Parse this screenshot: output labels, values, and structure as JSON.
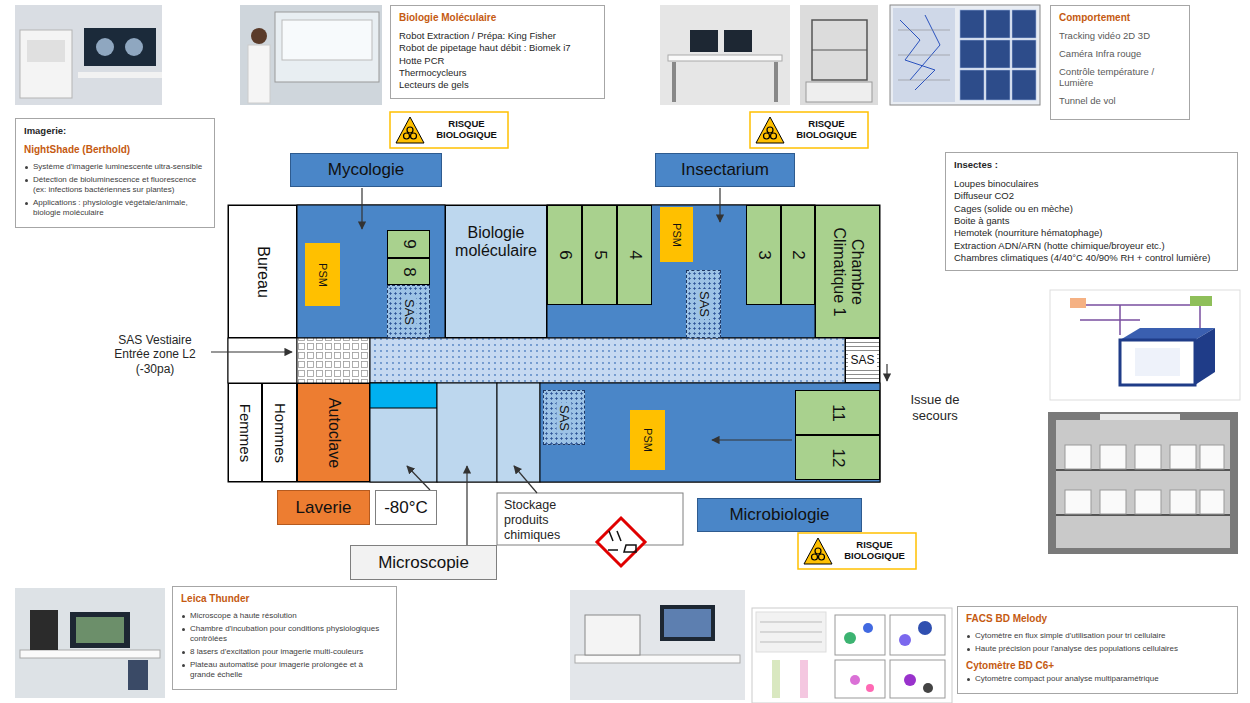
{
  "diagram": {
    "nodes": [
      {
        "text": [
          "Biologie Moléculaire",
          "Robot Extraction / Prépa: King Fisher",
          "Robot de pipetage haut débit : Biomek i7",
          "Hotte PCR",
          "Thermocycleurs",
          "Lecteurs de gels"
        ]
      },
      {
        "text": [
          "Comportement",
          "Tracking vidéo 2D 3D",
          "Caméra Infra rouge",
          "Contrôle température / Lumière",
          "Tunnel de vol"
        ]
      },
      {
        "text": [
          "Imagerie:",
          "NightShade (Berthold)",
          "Système d'imagerie luminescente ultra-sensible",
          "Détection de bioluminescence et fluorescence (ex: infections bactériennes sur plantes)",
          "Applications : physiologie végétale/animale, biologie moléculaire"
        ]
      },
      {
        "text": [
          "RISQUE BIOLOGIQUE"
        ]
      },
      {
        "text": [
          "RISQUE BIOLOGIQUE"
        ]
      },
      {
        "text": [
          "Insectes :",
          "Loupes binoculaires",
          "Diffuseur CO2",
          "Cages (solide ou en mèche)",
          "Boite à gants",
          "Hemotek (nourriture hématophage)",
          "Extraction ADN/ARN (hotte chimique/broyeur etc.)",
          "Chambres climatiques (4/40°C 40/90% RH + control lumière)"
        ]
      },
      {
        "text": [
          "Mycologie"
        ]
      },
      {
        "text": [
          "Insectarium"
        ]
      },
      {
        "text": [
          "Bureau"
        ]
      },
      {
        "text": [
          "PSM"
        ]
      },
      {
        "text": [
          "9"
        ]
      },
      {
        "text": [
          "8"
        ]
      },
      {
        "text": [
          "SAS"
        ]
      },
      {
        "text": [
          "Biologie moléculaire"
        ]
      },
      {
        "text": [
          "6"
        ]
      },
      {
        "text": [
          "5"
        ]
      },
      {
        "text": [
          "4"
        ]
      },
      {
        "text": [
          "PSM"
        ]
      },
      {
        "text": [
          "SAS"
        ]
      },
      {
        "text": [
          "3"
        ]
      },
      {
        "text": [
          "2"
        ]
      },
      {
        "text": [
          "Chambre Climatique 1"
        ]
      },
      {
        "text": [
          "SAS"
        ]
      },
      {
        "text": [
          "Femmes"
        ]
      },
      {
        "text": [
          "Hommes"
        ]
      },
      {
        "text": [
          "Autoclave"
        ]
      },
      {
        "text": [
          "SAS"
        ]
      },
      {
        "text": [
          "PSM"
        ]
      },
      {
        "text": [
          "11"
        ]
      },
      {
        "text": [
          "12"
        ]
      },
      {
        "text": [
          "Laverie"
        ]
      },
      {
        "text": [
          "-80°C"
        ]
      },
      {
        "text": [
          "Stockage produits chimiques"
        ]
      },
      {
        "text": [
          "Microbiologie"
        ]
      },
      {
        "text": [
          "RISQUE BIOLOGIQUE"
        ]
      },
      {
        "text": [
          "Microscopie"
        ]
      },
      {
        "text": [
          "Leica Thunder",
          "Microscope à haute résolution",
          "Chambre d'incubation pour conditions physiologiques contrôlées",
          "8 lasers d'excitation pour imagerie multi-couleurs",
          "Plateau automatisé pour imagerie prolongée et à grande échelle"
        ]
      },
      {
        "text": [
          "FACS BD Melody",
          "Cytomètre en flux simple d'utilisation pour tri cellulaire",
          "Haute précision pour l'analyse des populations cellulaires",
          "Cytomètre BD C6+",
          "Cytomètre compact pour analyse multiparamétrique"
        ]
      }
    ],
    "labels": [
      "SAS Vestiaire Entrée zone L2 (-30pa)",
      "Issue de secours"
    ]
  }
}
